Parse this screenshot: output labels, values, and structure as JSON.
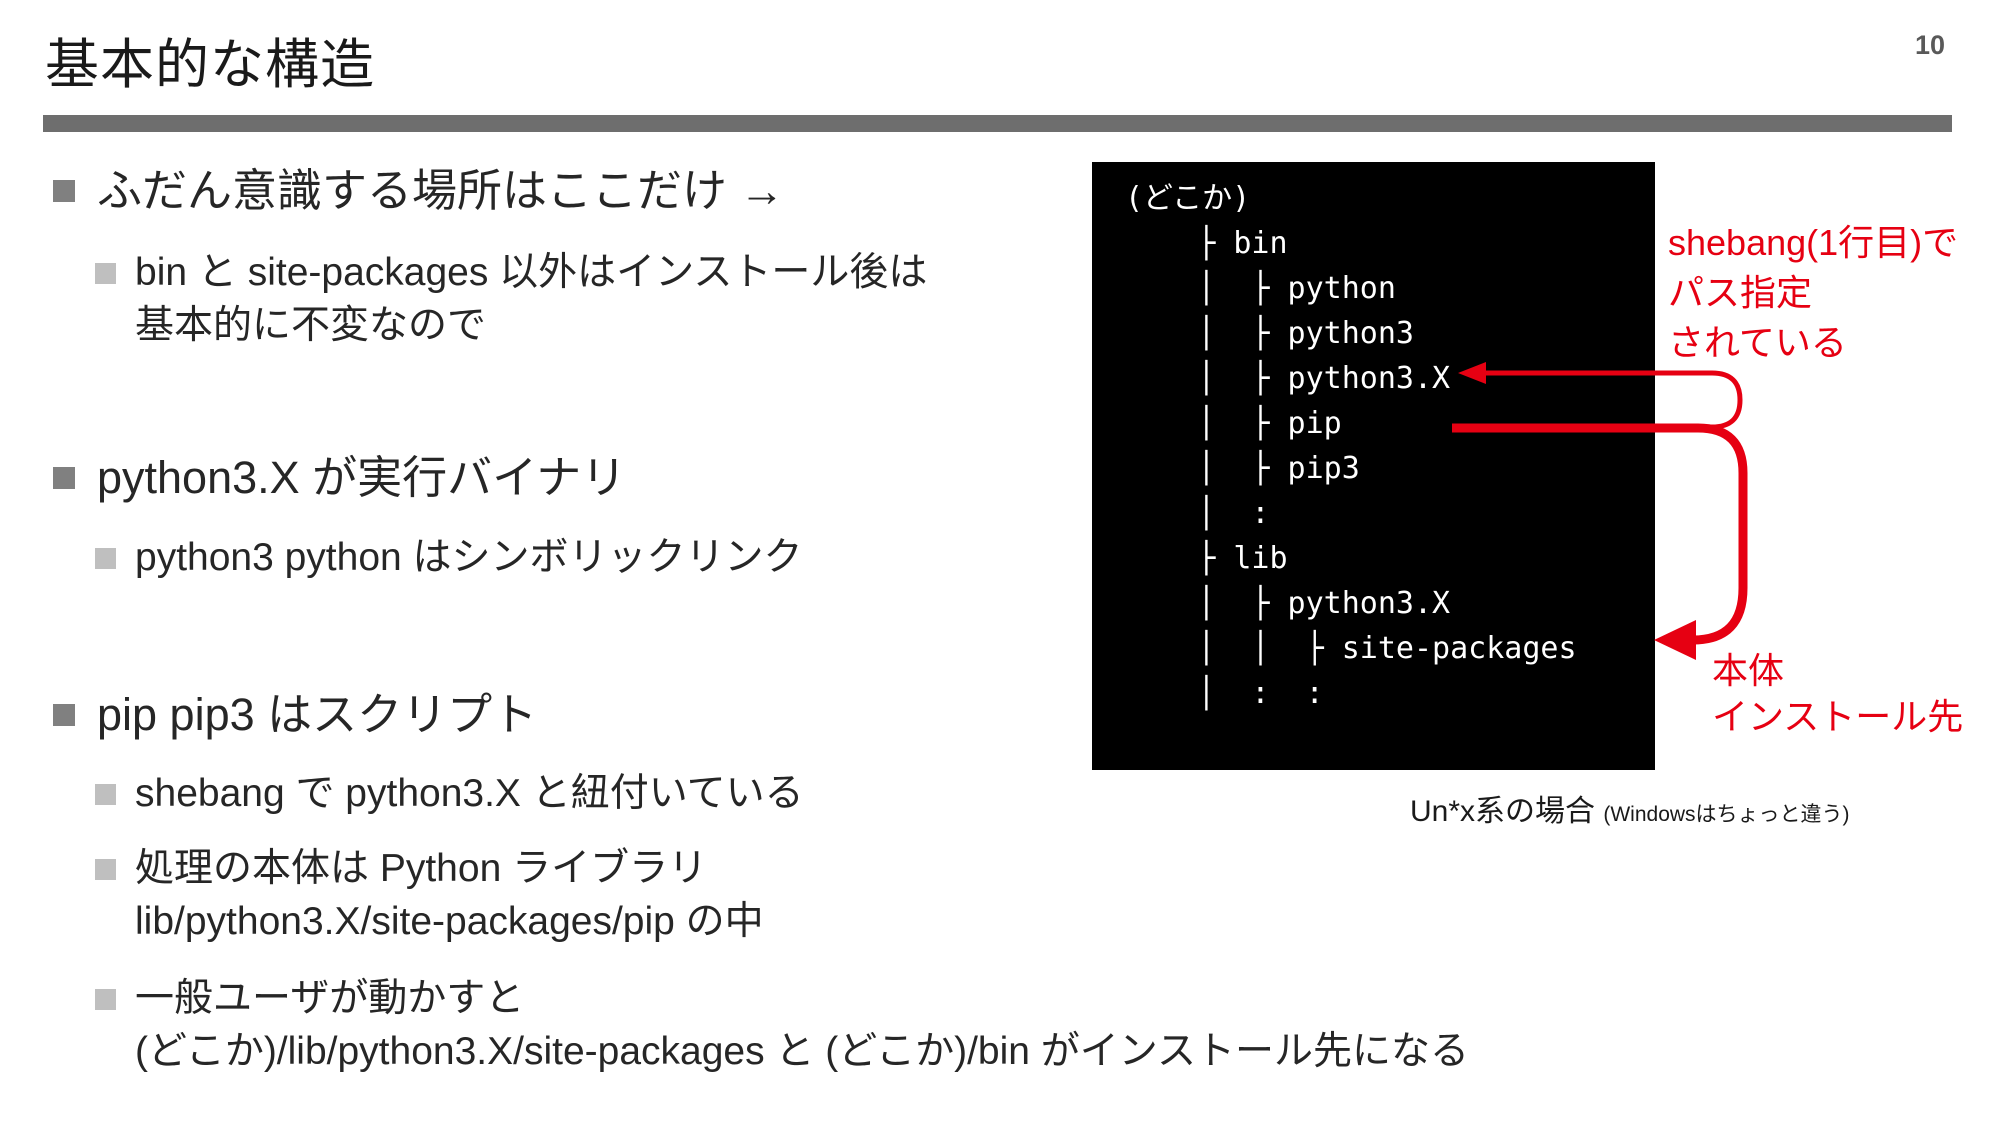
{
  "slide": {
    "title": "基本的な構造",
    "page_number": "10"
  },
  "bullets": [
    {
      "level": 1,
      "text": "ふだん意識する場所はここだけ →"
    },
    {
      "level": 2,
      "text": "bin と site-packages 以外はインストール後は\n基本的に不変なので"
    },
    {
      "level": 1,
      "text": "python3.X が実行バイナリ"
    },
    {
      "level": 2,
      "text": "python3 python はシンボリックリンク"
    },
    {
      "level": 1,
      "text": "pip pip3 はスクリプト"
    },
    {
      "level": 2,
      "text": "shebang で python3.X と紐付いている"
    },
    {
      "level": 2,
      "text": "処理の本体は Python ライブラリ\nlib/python3.X/site-packages/pip の中"
    },
    {
      "level": 2,
      "text": "一般ユーザが動かすと\n(どこか)/lib/python3.X/site-packages と (どこか)/bin がインストール先になる"
    }
  ],
  "terminal": {
    "lines": [
      "(どこか)",
      "    ├ bin",
      "    │  ├ python",
      "    │  ├ python3",
      "    │  ├ python3.X",
      "    │  ├ pip",
      "    │  ├ pip3",
      "    │  :",
      "    ├ lib",
      "    │  ├ python3.X",
      "    │  │  ├ site-packages",
      "    │  :  :"
    ]
  },
  "annotations": {
    "shebang_note": "shebang(1行目)で\nパス指定\nされている",
    "install_note": "本体\nインストール先",
    "caption_main": "Un*x系の場合 ",
    "caption_sub": "(Windowsはちょっと違う)"
  },
  "colors": {
    "accent_red": "#e60012",
    "separator_gray": "#6e6e6e",
    "bullet_level1_gray": "#808080",
    "bullet_level2_gray": "#bfbfbf",
    "terminal_background": "#000000",
    "terminal_text": "#ffffff"
  }
}
